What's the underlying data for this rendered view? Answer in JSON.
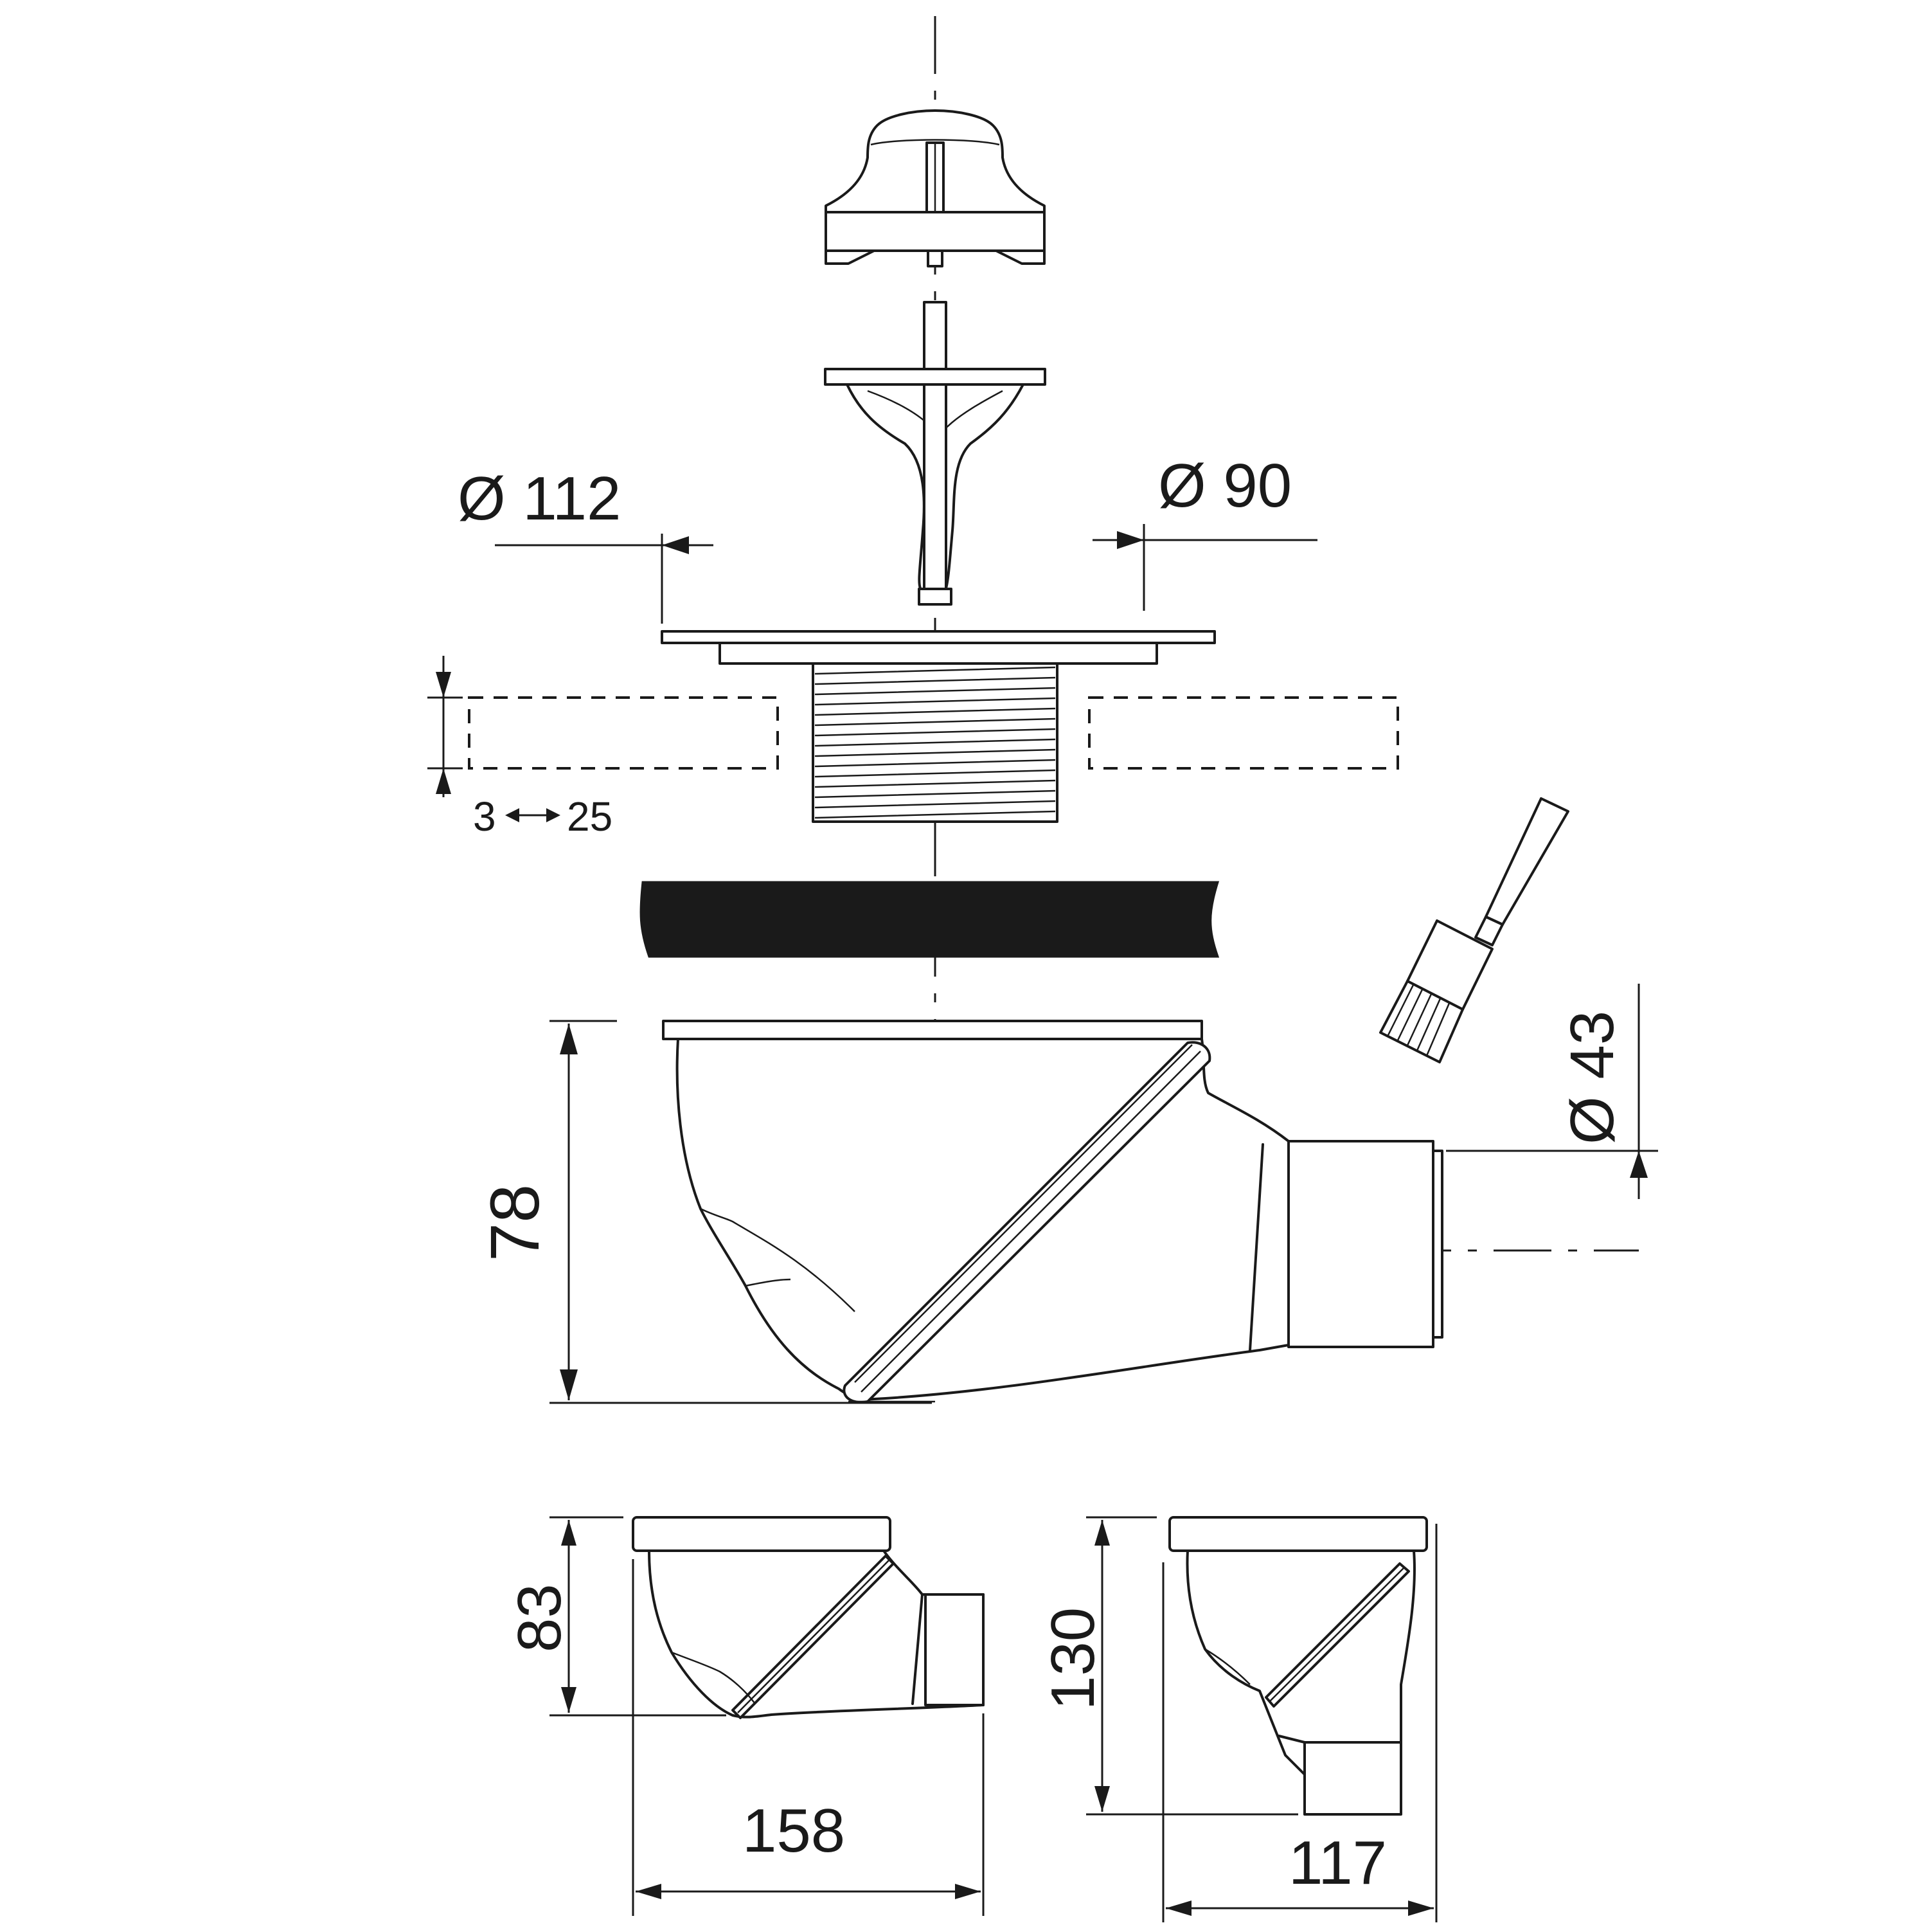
{
  "dimensions": {
    "d112": "Ø 112",
    "d90": "Ø 90",
    "thickness_min": "3",
    "thickness_max": "25",
    "d43": "Ø 43",
    "h78": "78",
    "h83": "83",
    "w158": "158",
    "h130": "130",
    "w117": "117"
  },
  "colors": {
    "line": "#1a1a1a",
    "gasket": "#1a1a1a",
    "background": "#ffffff"
  },
  "icons": [
    "glue-brush-icon",
    "thickness-arrow-icon"
  ]
}
